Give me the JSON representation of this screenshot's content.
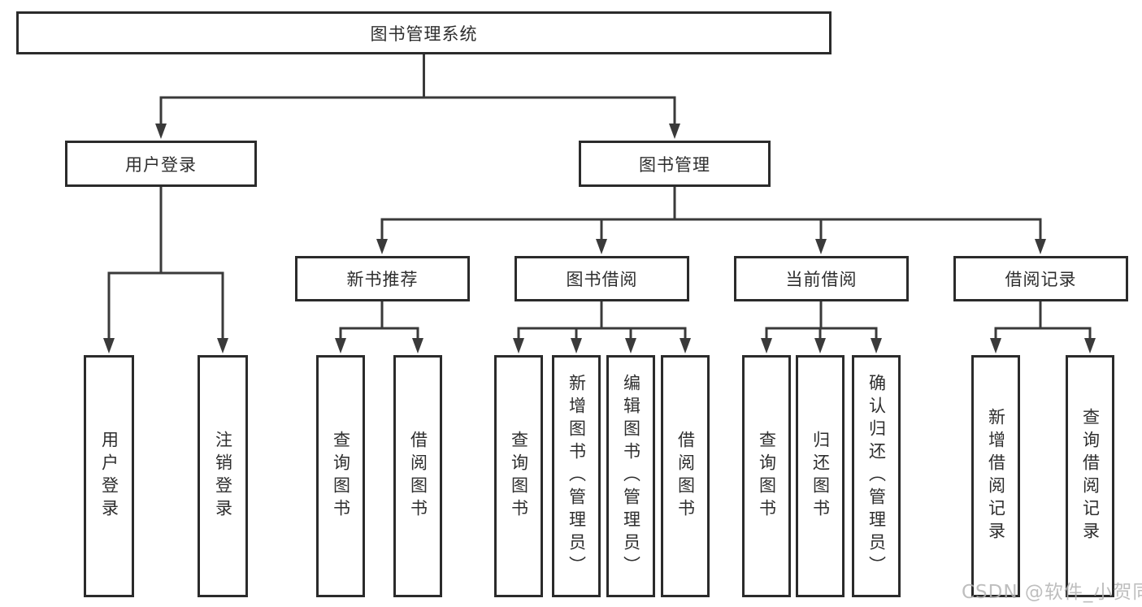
{
  "diagram_title": "图书管理系统",
  "watermark": "CSDN @软件_小贺同学",
  "colors": {
    "background": "#ffffff",
    "box_border": "#2b2b2b",
    "connector_line": "#3a3a3a",
    "text": "#2e2e2e",
    "watermark_text": "#b3b3b3"
  },
  "tree": {
    "root": "图书管理系统",
    "branches": [
      {
        "label": "用户登录",
        "children": [
          {
            "label": "用户登录"
          },
          {
            "label": "注销登录"
          }
        ]
      },
      {
        "label": "图书管理",
        "children": [
          {
            "label": "新书推荐",
            "children": [
              {
                "label": "查询图书"
              },
              {
                "label": "借阅图书"
              }
            ]
          },
          {
            "label": "图书借阅",
            "children": [
              {
                "label": "查询图书"
              },
              {
                "label": "新增图书（管理员）"
              },
              {
                "label": "编辑图书（管理员）"
              },
              {
                "label": "借阅图书"
              }
            ]
          },
          {
            "label": "当前借阅",
            "children": [
              {
                "label": "查询图书"
              },
              {
                "label": "归还图书"
              },
              {
                "label": "确认归还（管理员）"
              }
            ]
          },
          {
            "label": "借阅记录",
            "children": [
              {
                "label": "新增借阅记录"
              },
              {
                "label": "查询借阅记录"
              }
            ]
          }
        ]
      }
    ]
  }
}
